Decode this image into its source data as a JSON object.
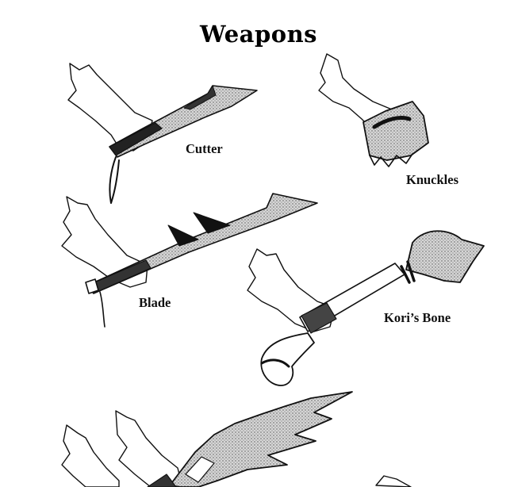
{
  "page": {
    "title": "Weapons",
    "colors": {
      "ink": "#111111",
      "shade": "#b8b8b8",
      "paper": "#ffffff"
    }
  },
  "weapons": [
    {
      "label": "Cutter",
      "icon": "cutter-icon"
    },
    {
      "label": "Knuckles",
      "icon": "knuckles-icon"
    },
    {
      "label": "Blade",
      "icon": "blade-icon"
    },
    {
      "label": "Kori’s Bone",
      "icon": "bone-club-icon"
    },
    {
      "label": "",
      "icon": "jagged-sword-icon"
    }
  ]
}
